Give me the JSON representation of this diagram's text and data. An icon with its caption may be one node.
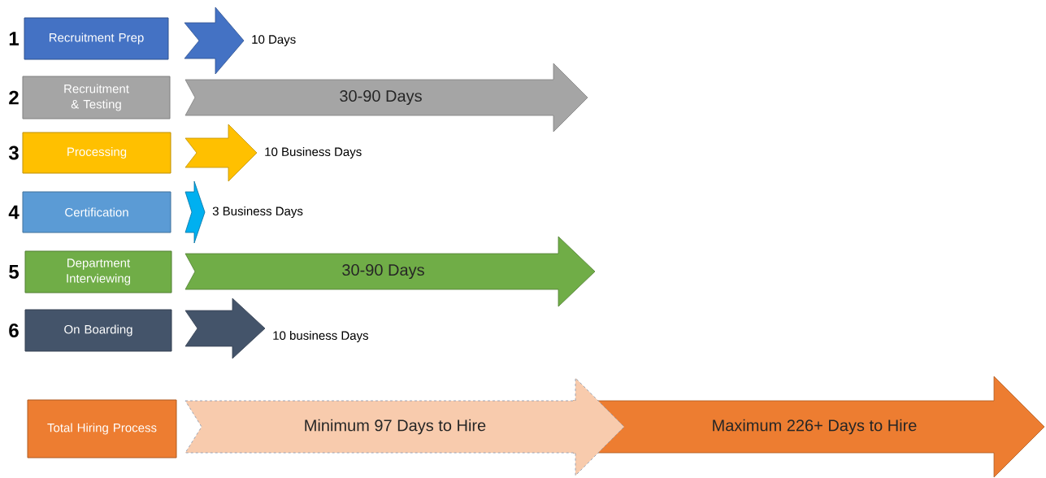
{
  "diagram": {
    "nodes": [
      {
        "text": [
          "Recruitment Prep"
        ],
        "beside": [
          "1"
        ]
      },
      {
        "text": [],
        "shape": "arrow",
        "beside": [
          "10 Days"
        ]
      },
      {
        "text": [
          "Recruitment & Testing"
        ],
        "beside": [
          "2"
        ]
      },
      {
        "text": [
          "30-90 Days"
        ]
      },
      {
        "text": [
          "Processing"
        ],
        "beside": [
          "3"
        ]
      },
      {
        "text": [],
        "shape": "arrow",
        "beside": [
          "10 Business Days"
        ]
      },
      {
        "text": [
          "Certification"
        ],
        "beside": [
          "4"
        ]
      },
      {
        "text": [],
        "shape": "arrow",
        "beside": [
          "3 Business Days"
        ]
      },
      {
        "text": [
          "Department Interviewing"
        ],
        "beside": [
          "5"
        ]
      },
      {
        "text": [
          "30-90 Days"
        ]
      },
      {
        "text": [
          "On Boarding"
        ],
        "beside": [
          "6"
        ]
      },
      {
        "text": [],
        "shape": "arrow",
        "beside": [
          "10 business Days"
        ]
      },
      {
        "text": [
          "Total  Hiring Process"
        ]
      },
      {
        "text": [
          "Maximum 226+ Days to Hire"
        ]
      },
      {
        "text": [
          "Minimum 97 Days to Hire"
        ]
      }
    ]
  }
}
